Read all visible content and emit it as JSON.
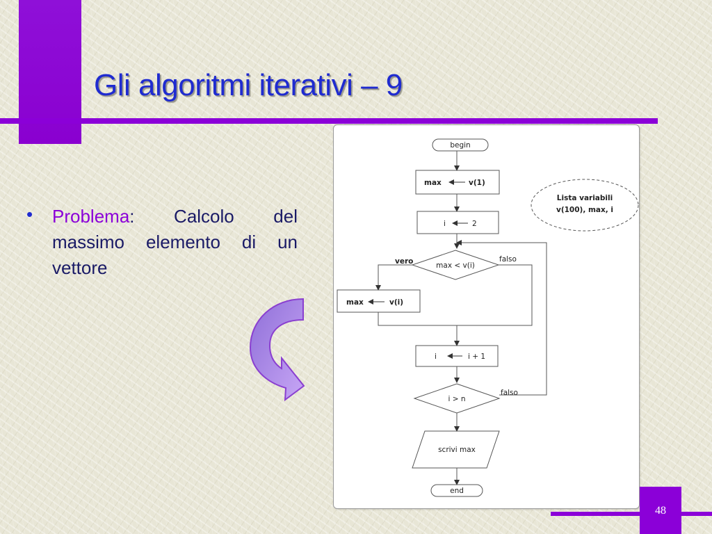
{
  "slide": {
    "title": "Gli algoritmi iterativi – 9",
    "page_number": "48",
    "accent_color": "#8b00d8",
    "title_color": "#1f2bd0"
  },
  "bullet": {
    "label": "Problema",
    "text": ": Calcolo del massimo elemento di un vettore"
  },
  "flowchart": {
    "begin": "begin",
    "init_max": {
      "left": "max",
      "right": "v(1)"
    },
    "init_i": {
      "left": "i",
      "right": "2"
    },
    "decision1": {
      "text": "max < v(i)",
      "true_label": "vero",
      "false_label": "falso"
    },
    "assign_max": {
      "left": "max",
      "right": "v(i)"
    },
    "increment": {
      "left": "i",
      "right": "i + 1"
    },
    "decision2": {
      "text": "i > n",
      "false_label": "falso"
    },
    "output": "scrivi max",
    "end": "end",
    "variables_note": {
      "line1": "Lista variabili",
      "line2": "v(100), max, i"
    }
  }
}
